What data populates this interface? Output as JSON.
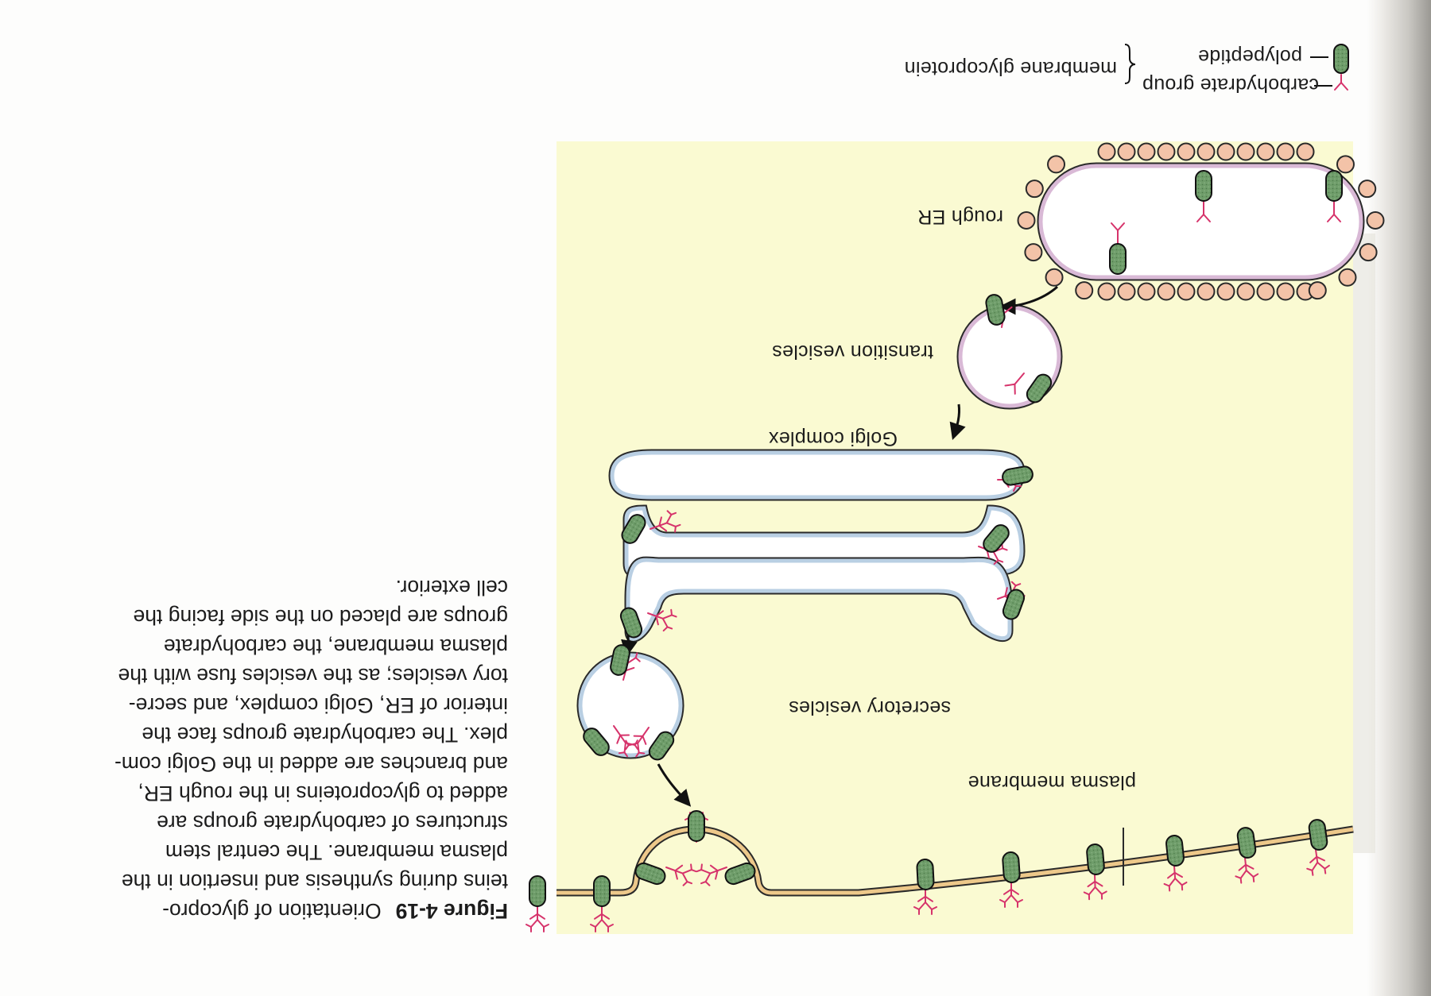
{
  "figure": {
    "number": "Figure 4-19",
    "caption_lines": [
      "Orientation of glycopro-",
      "teins during synthesis and insertion in the",
      "plasma membrane. The central stem",
      "structures of carbohydrate groups are",
      "added to glycoproteins in the rough ER,",
      "and branches are added in the Golgi com-",
      "plex. The carbohydrate groups face the",
      "interior of ER, Golgi complex, and secre-",
      "tory vesicles; as the vesicles fuse with the",
      "plasma membrane, the carbohydrate",
      "groups are placed on the side facing the",
      "cell exterior."
    ]
  },
  "labels": {
    "rough_er": "rough ER",
    "transition_vesicles": "transition vesicles",
    "golgi_complex": "Golgi complex",
    "secretory_vesicles": "secretory vesicles",
    "plasma_membrane": "plasma membrane"
  },
  "legend": {
    "carbohydrate_group": "carbohydrate group",
    "polypeptide": "polypeptide",
    "membrane_glycoprotein": "membrane glycoprotein"
  },
  "colors": {
    "cytoplasm": "#fafad2",
    "er_membrane": "#d9b9d6",
    "ribosome": "#f3c3a8",
    "golgi_membrane": "#b9cfe3",
    "plasma_membrane": "#edc88a",
    "protein": "#6f9d6a",
    "carbohydrate": "#d6336b"
  }
}
